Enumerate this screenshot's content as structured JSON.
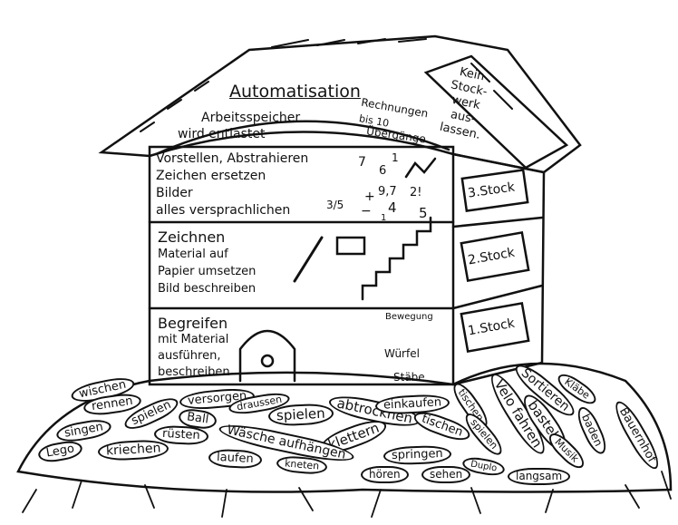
{
  "roof": {
    "title": "Automatisation",
    "working_memory": [
      "Arbeitsspeicher",
      "wird entlastet"
    ],
    "calc": [
      "Rechnungen",
      "bis 10",
      "Übergänge"
    ],
    "side_note": [
      "Kein",
      "Stock-",
      "werk",
      "aus-",
      "lassen."
    ]
  },
  "floors": [
    {
      "label": "3.Stock",
      "lines": [
        "Vorstellen, Abstrahieren",
        "Zeichen ersetzen",
        "Bilder",
        "alles versprachlichen"
      ],
      "math": [
        "7",
        "6",
        "1",
        "+",
        "9,7",
        "2!",
        "3/5",
        "−",
        "1",
        "4",
        "5"
      ]
    },
    {
      "label": "2.Stock",
      "lines": [
        "Zeichnen",
        "Material auf",
        "Papier umsetzen",
        "Bild beschreiben"
      ]
    },
    {
      "label": "1.Stock",
      "lines": [
        "Begreifen",
        "mit Material",
        "ausführen,",
        "beschreiben"
      ],
      "extras": [
        "Bewegung",
        "Würfel",
        "Stäbe"
      ]
    }
  ],
  "foundation_words": [
    "wischen",
    "rennen",
    "spielen",
    "versorgen",
    "singen",
    "Ball",
    "draussen",
    "spielen",
    "abtrocknen",
    "einkaufen",
    "tischen",
    "rüsten",
    "klettern",
    "Lego",
    "kriechen",
    "Wäsche aufhängen",
    "tischen",
    "spielen",
    "laufen",
    "kneten",
    "springen",
    "hören",
    "sehen",
    "Duplo",
    "langsam",
    "Velo fahren",
    "basteln",
    "Sortieren",
    "Kläbe",
    "baden",
    "Musik",
    "Bauernhof"
  ]
}
